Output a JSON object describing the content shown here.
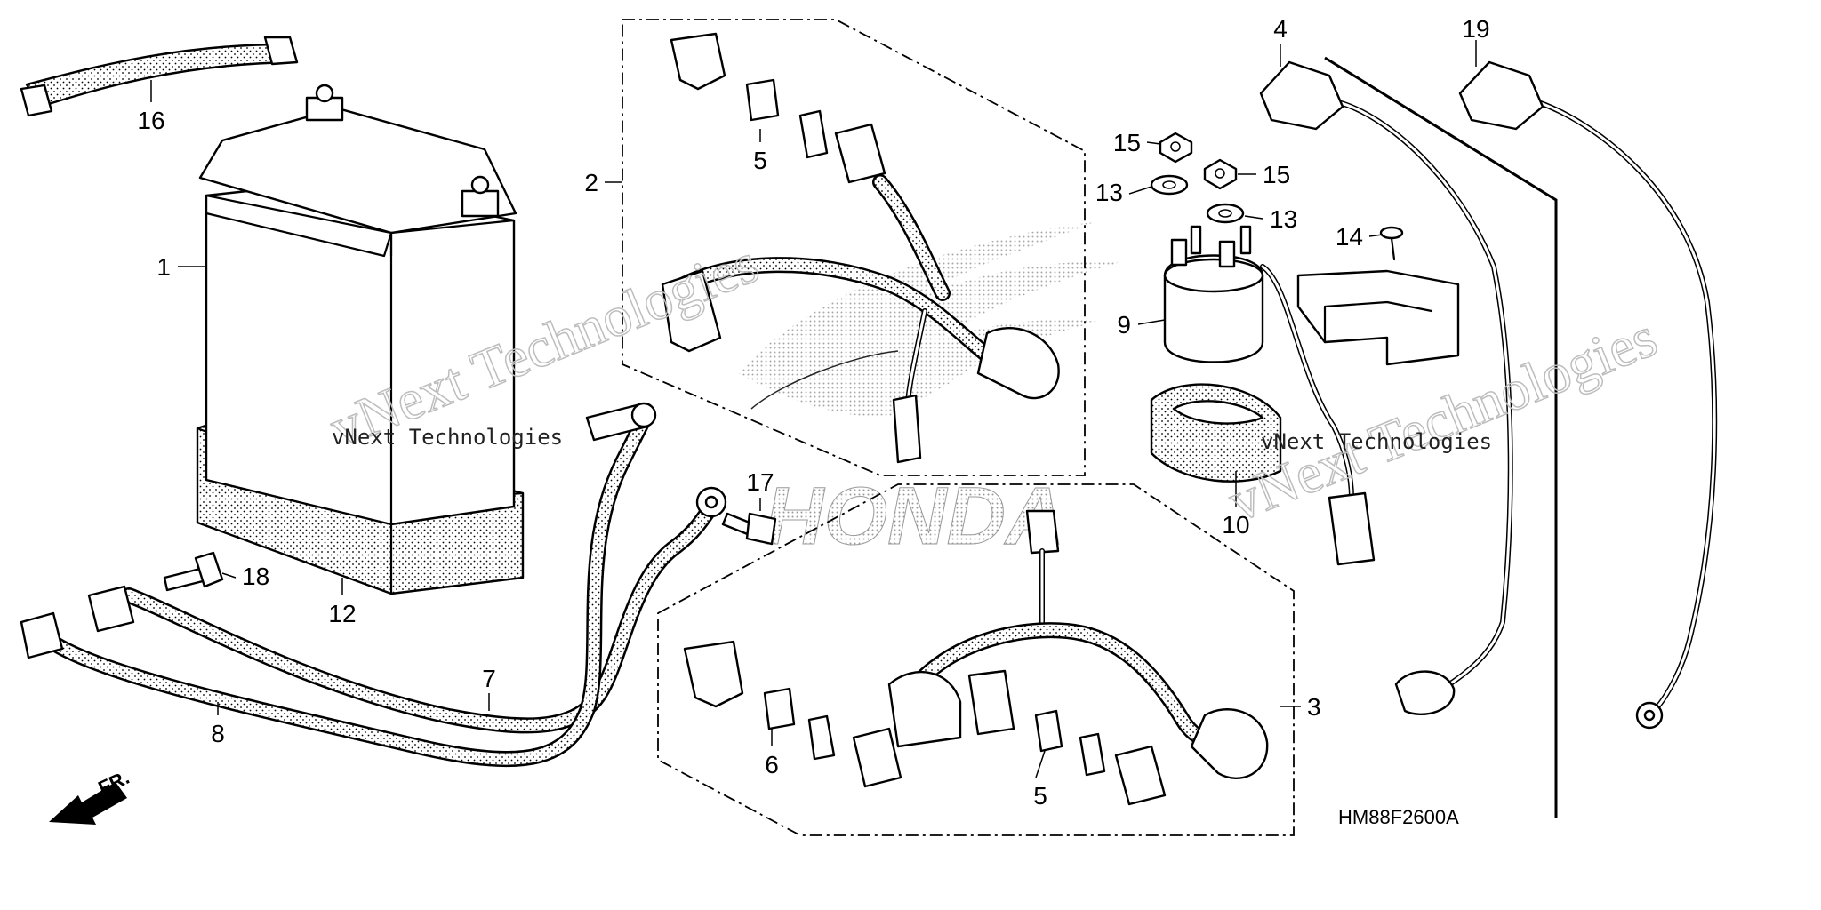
{
  "diagram": {
    "callouts": [
      {
        "label": "1"
      },
      {
        "label": "2"
      },
      {
        "label": "3"
      },
      {
        "label": "4"
      },
      {
        "label": "5"
      },
      {
        "label": "5"
      },
      {
        "label": "6"
      },
      {
        "label": "7"
      },
      {
        "label": "8"
      },
      {
        "label": "9"
      },
      {
        "label": "10"
      },
      {
        "label": "12"
      },
      {
        "label": "13"
      },
      {
        "label": "13"
      },
      {
        "label": "14"
      },
      {
        "label": "15"
      },
      {
        "label": "15"
      },
      {
        "label": "16"
      },
      {
        "label": "17"
      },
      {
        "label": "18"
      },
      {
        "label": "19"
      }
    ],
    "diagram_code": "HM88F2600A",
    "direction_label": "FR.",
    "watermark_logo": "HONDA",
    "watermark_text": "vNext Technologies"
  },
  "colors": {
    "line": "#000000",
    "background": "#ffffff",
    "watermark": "#bdbdbd"
  }
}
